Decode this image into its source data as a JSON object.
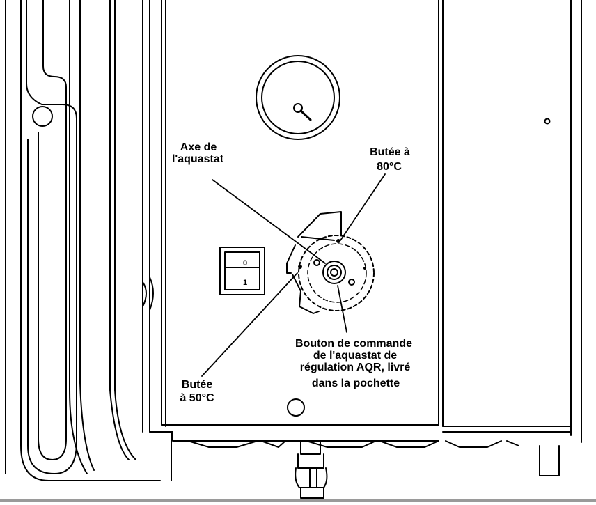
{
  "labels": {
    "axe": [
      "Axe de",
      "l'aquastat"
    ],
    "butee80": [
      "Butée à",
      "80°C"
    ],
    "butee50": [
      "Butée",
      "à 50°C"
    ],
    "bouton": [
      "Bouton de commande",
      "de l'aquastat de",
      "régulation AQR, livré",
      "dans la pochette"
    ]
  },
  "switch": {
    "top": "0",
    "bottom": "1"
  },
  "gauge": {
    "needle_angle_deg": 135
  },
  "colors": {
    "stroke": "#000000",
    "background": "#ffffff"
  }
}
